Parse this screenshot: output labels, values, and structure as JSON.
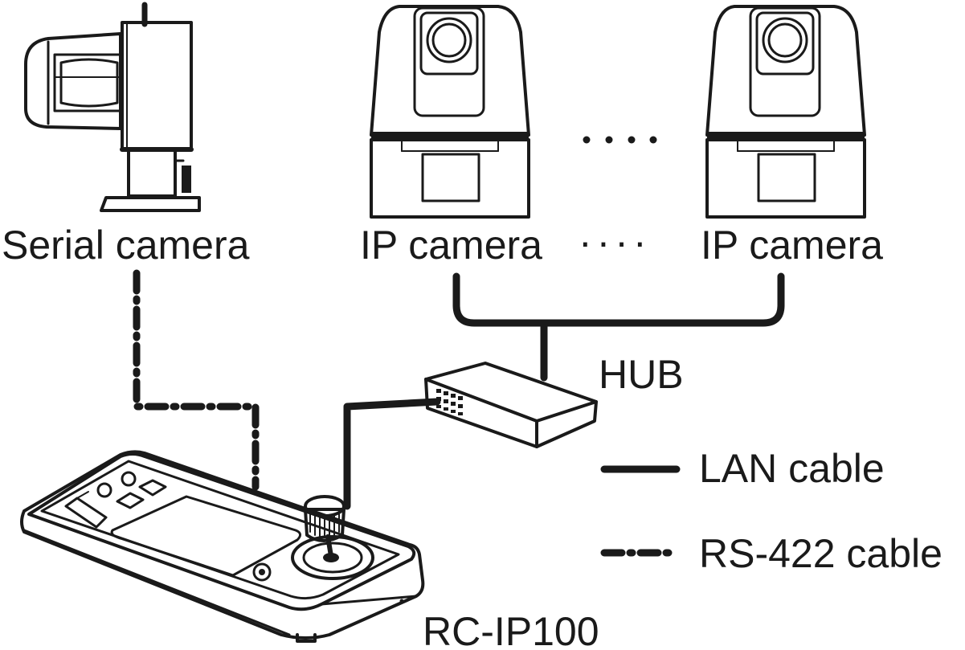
{
  "labels": {
    "serial_camera": "Serial camera",
    "ip_camera_1": "IP camera",
    "ip_camera_2": "IP camera",
    "ellipsis": "····",
    "hub": "HUB",
    "controller": "RC-IP100"
  },
  "legend": {
    "lan": "LAN cable",
    "rs422": "RS-422 cable"
  },
  "colors": {
    "line": "#1a1a1a",
    "background": "#ffffff"
  }
}
